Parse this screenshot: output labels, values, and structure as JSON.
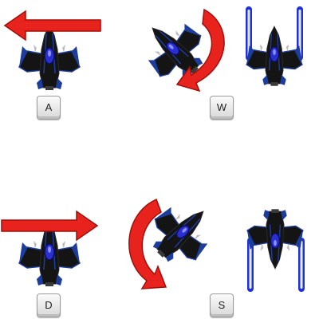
{
  "controls": [
    {
      "key": "A",
      "action": "move-left"
    },
    {
      "key": "W",
      "action": "rotate-clockwise-and-forward"
    },
    {
      "key": "D",
      "action": "move-right"
    },
    {
      "key": "S",
      "action": "rotate-counterclockwise-and-reverse"
    }
  ],
  "colors": {
    "arrow": "#e8231d",
    "arrow_dark": "#a10f0b",
    "ship_body": "#141414",
    "ship_trim": "#1d3d9c",
    "ship_cockpit": "#2a2fd0",
    "thruster_core": "#e8ecff",
    "thruster_glow": "#1f31d8"
  },
  "icons": {
    "ship": "starfighter-icon",
    "arrow_left": "arrow-left-icon",
    "arrow_right": "arrow-right-icon",
    "rotate_cw": "rotate-clockwise-icon",
    "rotate_ccw": "rotate-counterclockwise-icon",
    "thruster": "thruster-beam-icon"
  }
}
